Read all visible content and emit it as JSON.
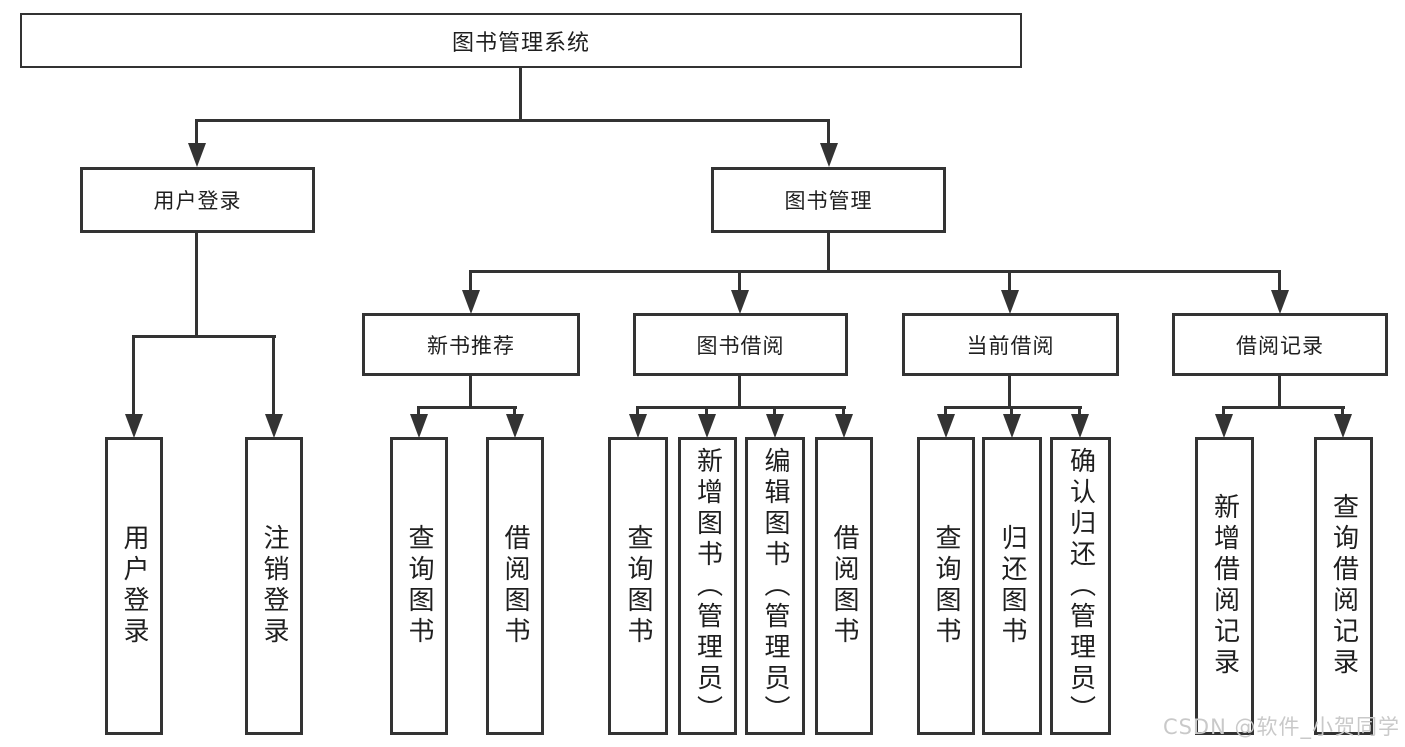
{
  "colors": {
    "line": "#333333",
    "box_border": "#333333",
    "text": "#1f1f1f",
    "background": "#ffffff",
    "watermark_color": "#c9c9c9"
  },
  "diagram": {
    "root": "图书管理系统",
    "level2": {
      "user_login": "用户登录",
      "book_management": "图书管理"
    },
    "user_login_children": [
      "用户登录",
      "注销登录"
    ],
    "book_management_children": [
      "新书推荐",
      "图书借阅",
      "当前借阅",
      "借阅记录"
    ],
    "new_book_children": [
      "查询图书",
      "借阅图书"
    ],
    "book_borrow_children": [
      "查询图书",
      "新增图书（管理员）",
      "编辑图书（管理员）",
      "借阅图书"
    ],
    "current_borrow_children": [
      "查询图书",
      "归还图书",
      "确认归还（管理员）"
    ],
    "borrow_record_children": [
      "新增借阅记录",
      "查询借阅记录"
    ]
  },
  "watermark": "CSDN @软件_小贺同学"
}
